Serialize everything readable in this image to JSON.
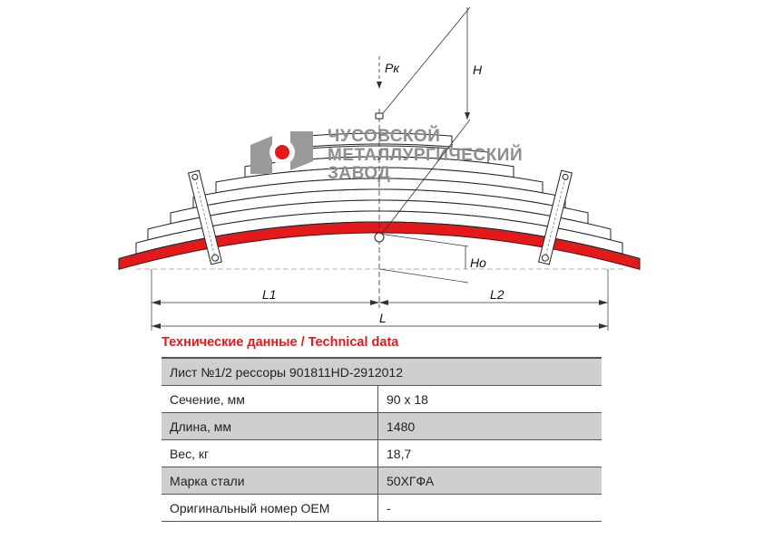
{
  "drawing": {
    "labels": {
      "pk": "Рк",
      "h": "H",
      "ho": "Ho",
      "l1": "L1",
      "l2": "L2",
      "l": "L"
    },
    "logo": {
      "line1": "ЧУСОВСКОЙ",
      "line2": "МЕТАЛЛУРГИЧЕСКИЙ",
      "line3": "ЗАВОД"
    },
    "colors": {
      "accent": "#e3191b",
      "table_shade": "#cfcfcf"
    }
  },
  "table": {
    "title": "Технические данные / Technical data",
    "header": "Лист №1/2 рессоры 901811HD-2912012",
    "rows": [
      {
        "label": "Сечение, мм",
        "value": "90 x 18"
      },
      {
        "label": "Длина, мм",
        "value": "1480"
      },
      {
        "label": "Вес, кг",
        "value": "18,7"
      },
      {
        "label": "Марка стали",
        "value": "50ХГФА"
      },
      {
        "label": "Оригинальный номер OEM",
        "value": "-"
      }
    ]
  }
}
